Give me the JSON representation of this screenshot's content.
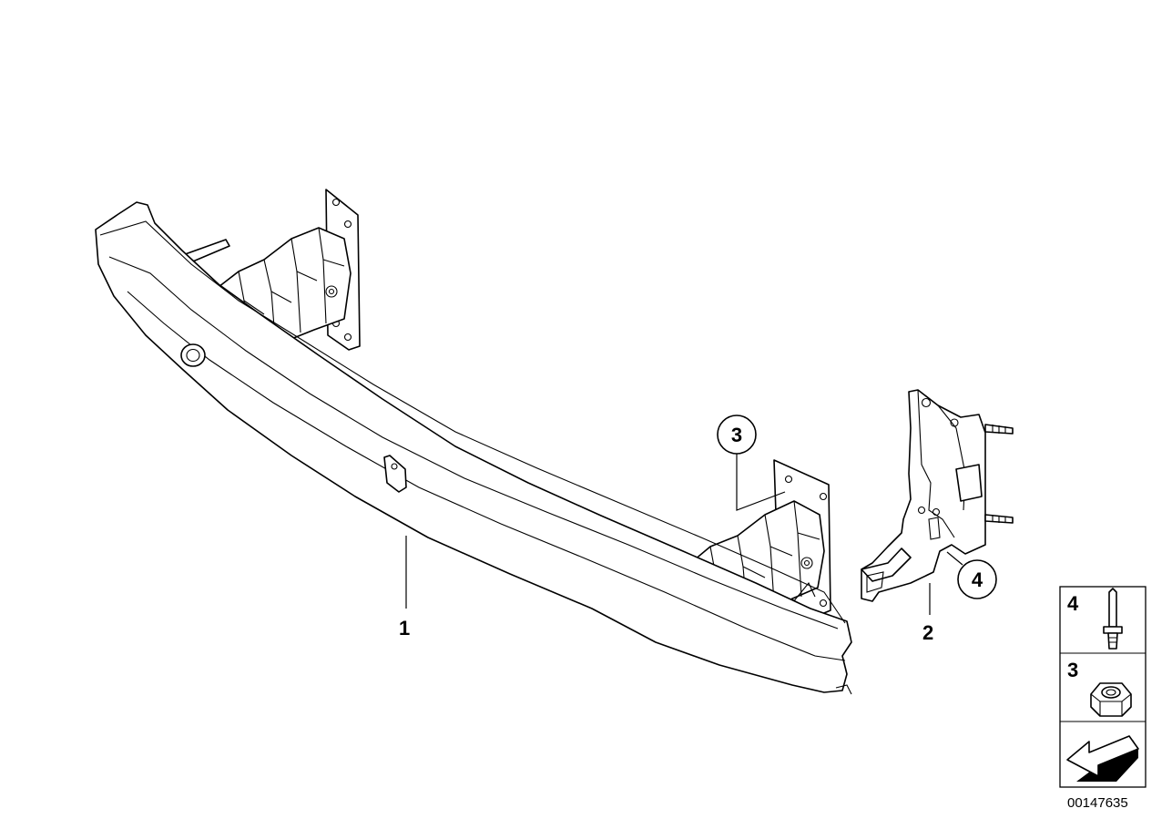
{
  "parts": {
    "bumper_carrier": {
      "number": "1"
    },
    "bracket": {
      "number": "2"
    }
  },
  "callouts": {
    "hex_nut": {
      "number": "3"
    },
    "stud_bolt": {
      "number": "4"
    }
  },
  "legend": {
    "row_top": {
      "number": "4"
    },
    "row_middle": {
      "number": "3"
    }
  },
  "diagram_id": "00147635"
}
